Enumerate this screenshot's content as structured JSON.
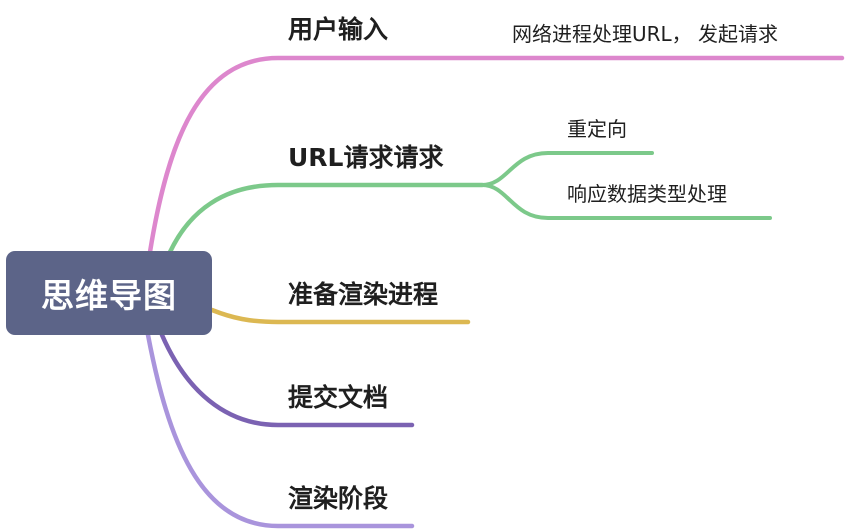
{
  "root": {
    "label": "思维导图"
  },
  "colors": {
    "root_fill": "#5c6488",
    "branch_input": "#dd87cd",
    "branch_request": "#7cc98a",
    "branch_prepare": "#dcb852",
    "branch_commit": "#7b62b2",
    "branch_render": "#a994dc"
  },
  "branches": [
    {
      "id": "input",
      "label": "用户输入",
      "children": [
        {
          "label": "网络进程处理URL， 发起请求"
        }
      ]
    },
    {
      "id": "request",
      "label": "URL请求请求",
      "children": [
        {
          "label": "重定向"
        },
        {
          "label": "响应数据类型处理"
        }
      ]
    },
    {
      "id": "prepare",
      "label": "准备渲染进程",
      "children": []
    },
    {
      "id": "commit",
      "label": "提交文档",
      "children": []
    },
    {
      "id": "render",
      "label": "渲染阶段",
      "children": []
    }
  ]
}
